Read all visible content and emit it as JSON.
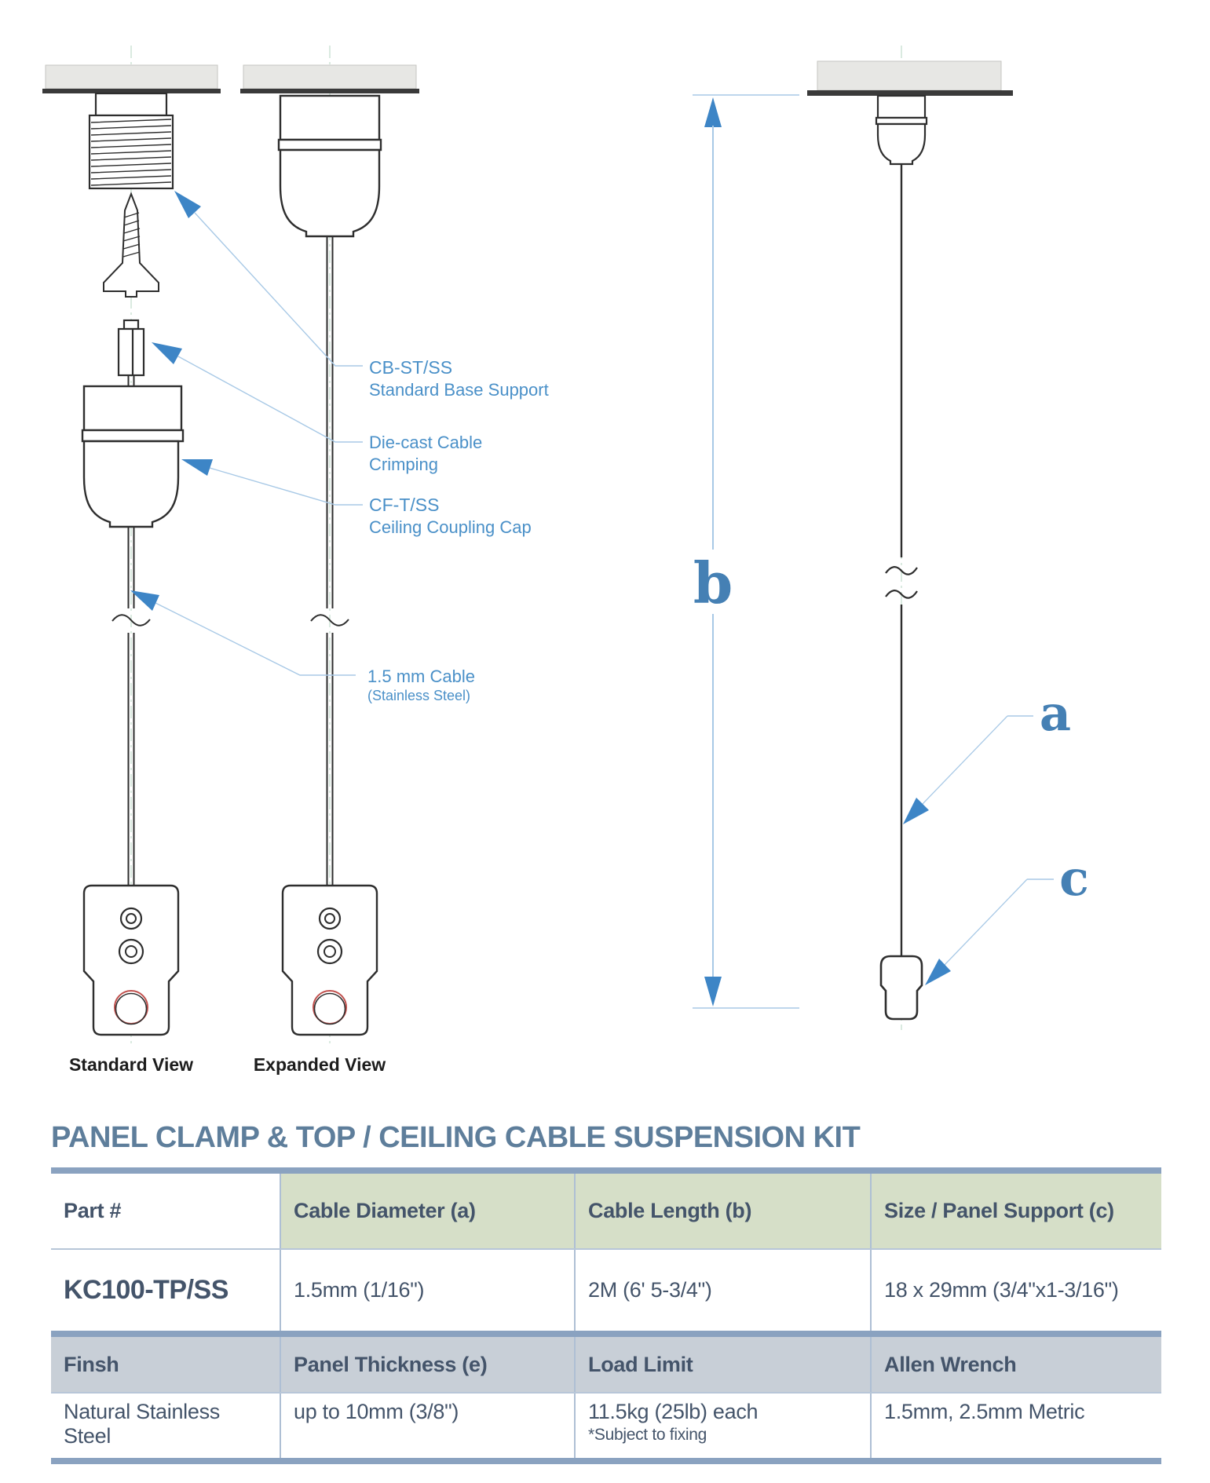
{
  "diagram": {
    "view_labels": {
      "standard": "Standard View",
      "expanded": "Expanded View"
    },
    "part_labels": [
      {
        "line1": "CB-ST/SS",
        "line2": "Standard Base Support"
      },
      {
        "line1": "Die-cast Cable",
        "line2": "Crimping"
      },
      {
        "line1": "CF-T/SS",
        "line2": "Ceiling Coupling Cap"
      },
      {
        "line1": "1.5 mm Cable",
        "line2": "(Stainless Steel)"
      }
    ],
    "dimensions": {
      "a": "a",
      "b": "b",
      "c": "c"
    }
  },
  "title": "PANEL CLAMP & TOP / CEILING CABLE SUSPENSION KIT",
  "table": {
    "header_row_1": [
      "Part #",
      "Cable Diameter (a)",
      "Cable Length (b)",
      "Size / Panel Support (c)"
    ],
    "data_row_1": [
      "KC100-TP/SS",
      "1.5mm (1/16\")",
      "2M (6' 5-3/4\")",
      "18 x 29mm (3/4\"x1-3/16\")"
    ],
    "header_row_2": [
      "Finsh",
      "Panel Thickness (e)",
      "Load Limit",
      "Allen Wrench"
    ],
    "data_row_2": [
      "Natural Stainless Steel",
      "up to 10mm (3/8\")",
      "11.5kg (25lb) each",
      "1.5mm, 2.5mm Metric"
    ],
    "load_limit_note": "*Subject to fixing"
  },
  "colors": {
    "label_blue": "#4a90c8",
    "leader_blue": "#a8c9e6",
    "arrow_blue": "#3d85c6",
    "dimension_blue": "#4580b4",
    "title_color": "#5e7e9b",
    "table_text": "#44546a",
    "header_green": "#d6dfc8",
    "header_gray": "#c8cfd7",
    "bar_blue_gray": "#8aa2c0",
    "red_accent": "#c0504d"
  }
}
